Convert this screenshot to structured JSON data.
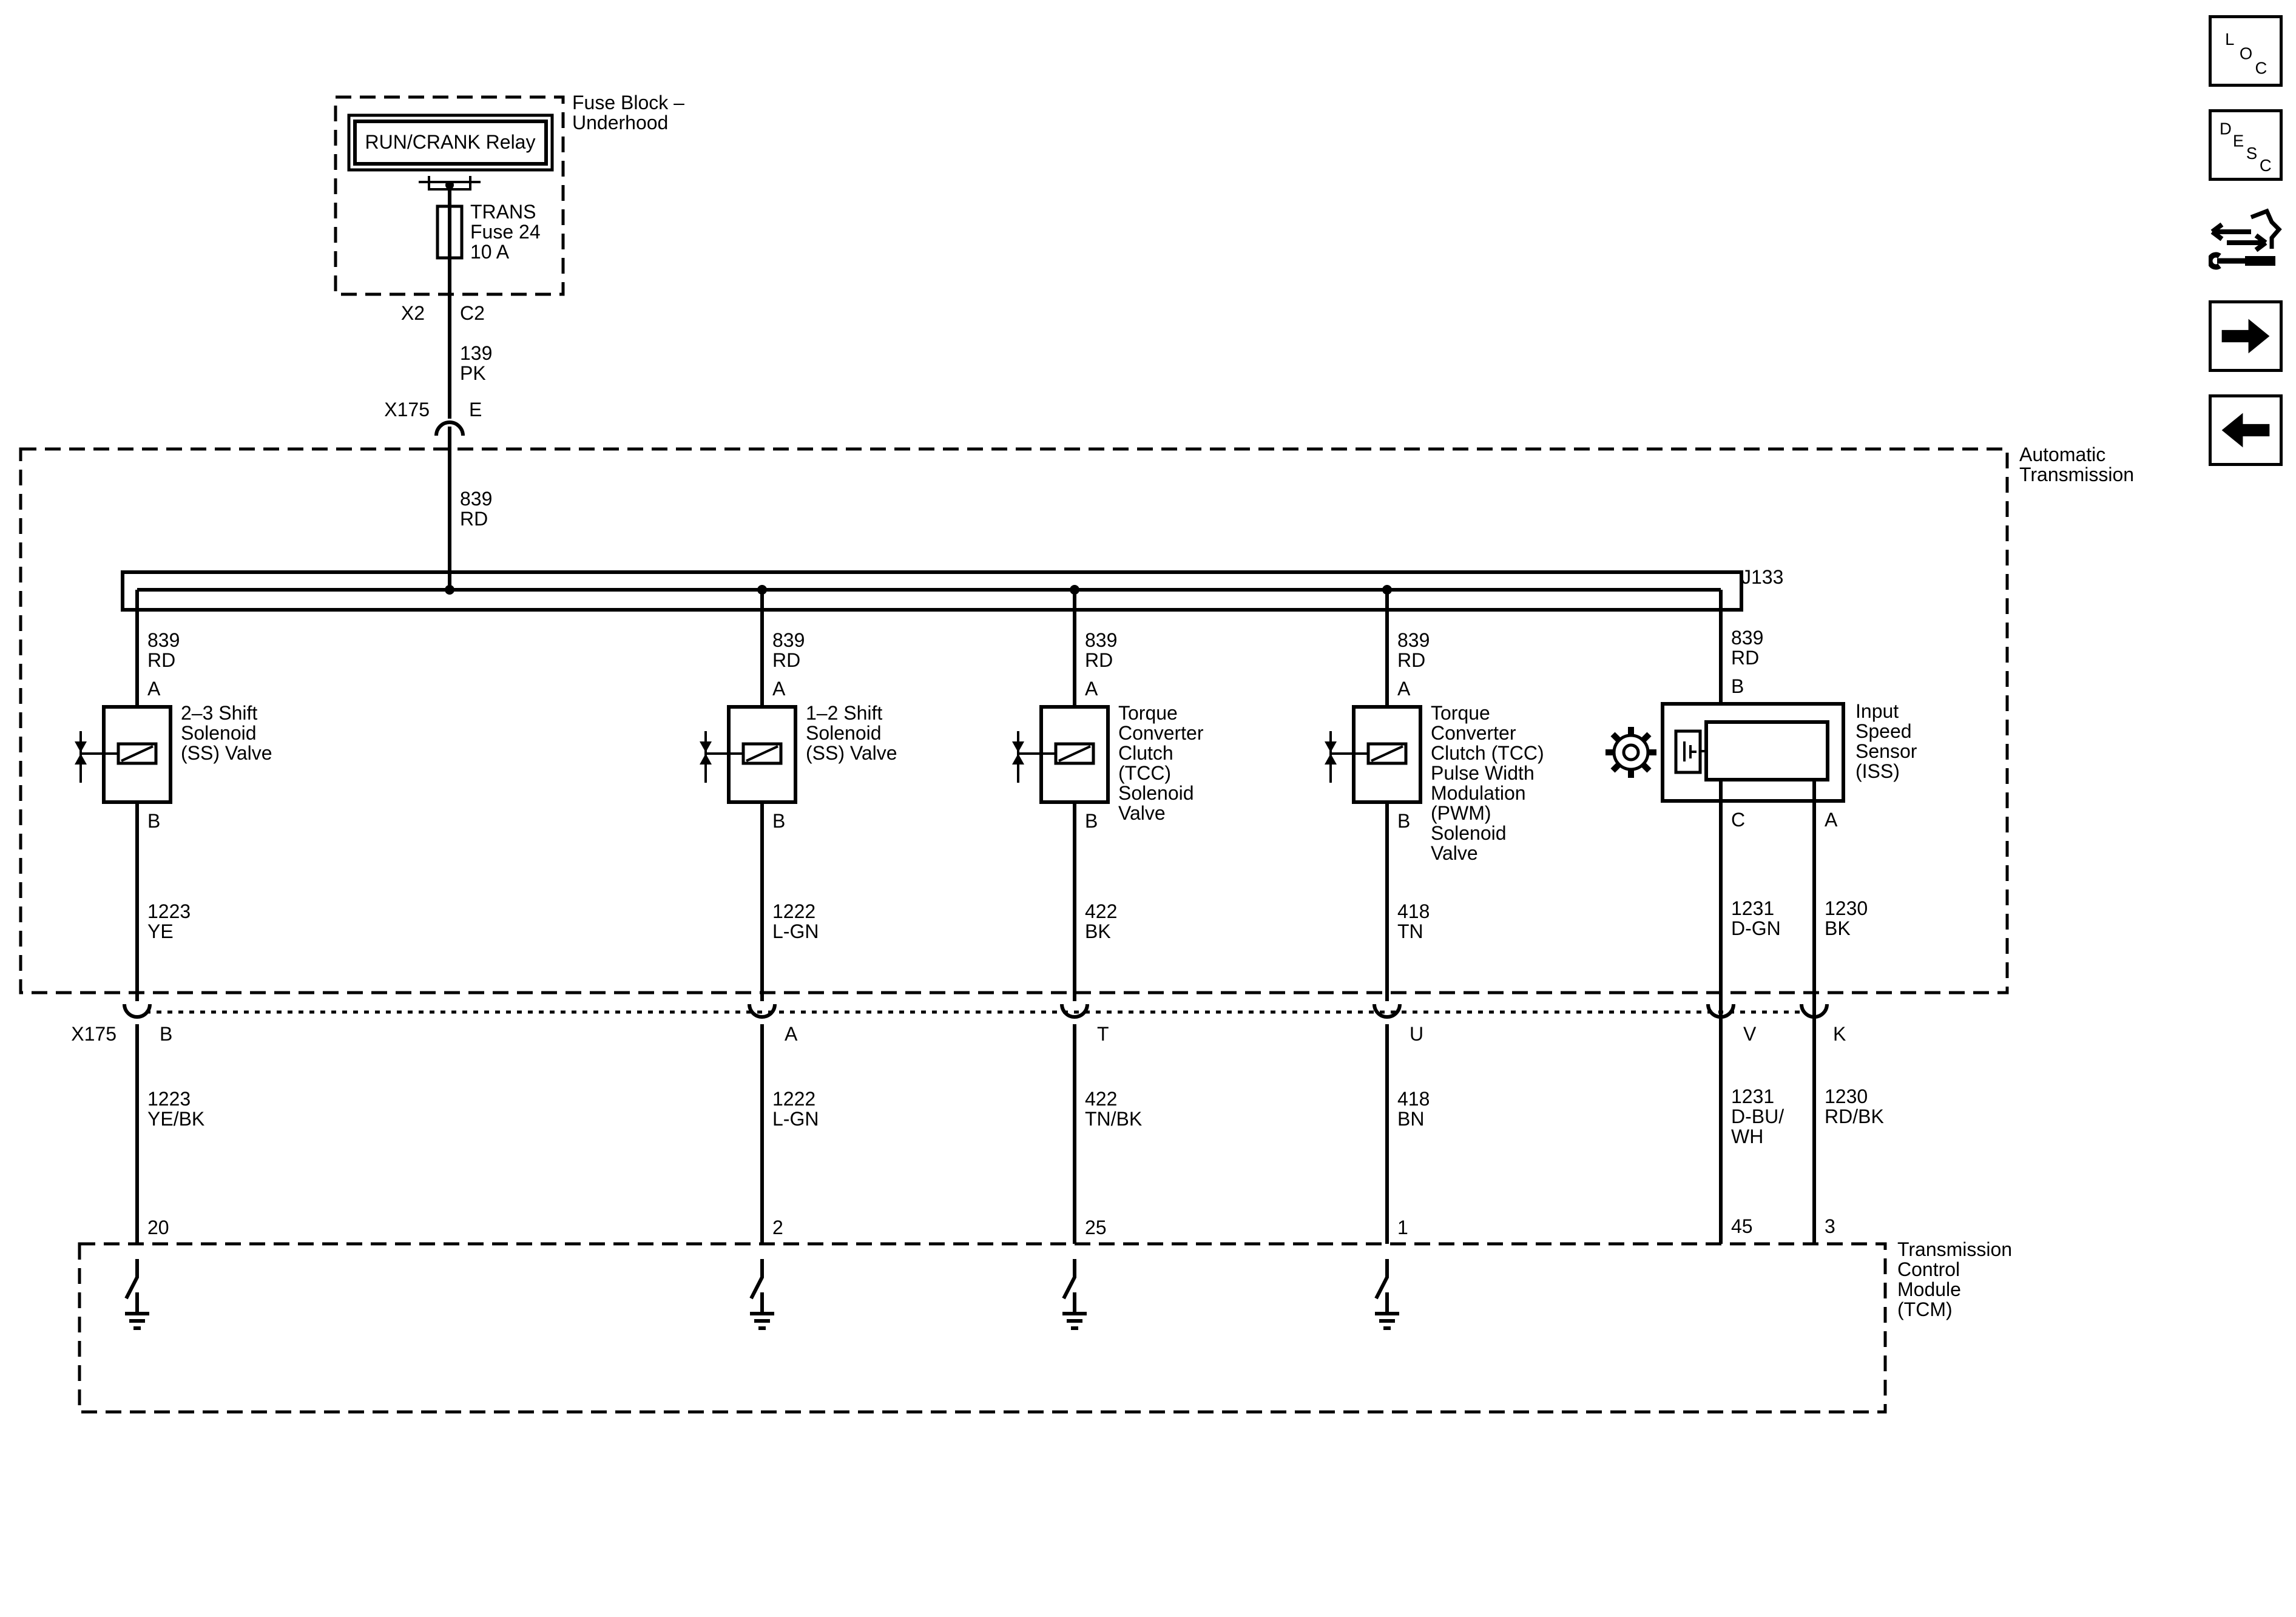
{
  "fuse_block": {
    "label_line1": "Fuse Block –",
    "label_line2": "Underhood",
    "relay": "RUN/CRANK Relay",
    "fuse_line1": "TRANS",
    "fuse_line2": "Fuse 24",
    "fuse_line3": "10 A",
    "conn_left": "X2",
    "conn_right": "C2"
  },
  "feed": {
    "upper_wire": "139",
    "upper_color": "PK",
    "inline_conn": "X175",
    "inline_pin": "E",
    "lower_wire": "839",
    "lower_color": "RD"
  },
  "transmission": {
    "label_line1": "Automatic",
    "label_line2": "Transmission",
    "splice": "J133"
  },
  "devices": [
    {
      "wire_in": "839",
      "color_in": "RD",
      "pin_in": "A",
      "name_lines": [
        "2–3 Shift",
        "Solenoid",
        "(SS) Valve"
      ],
      "pin_out": "B",
      "wire_out": "1223",
      "color_out": "YE",
      "x175_pin": "B",
      "harness_wire": "1223",
      "harness_color_lines": [
        "YE/BK"
      ],
      "tcm_pin": "20"
    },
    {
      "wire_in": "839",
      "color_in": "RD",
      "pin_in": "A",
      "name_lines": [
        "1–2 Shift",
        "Solenoid",
        "(SS) Valve"
      ],
      "pin_out": "B",
      "wire_out": "1222",
      "color_out": "L-GN",
      "x175_pin": "A",
      "harness_wire": "1222",
      "harness_color_lines": [
        "L-GN"
      ],
      "tcm_pin": "2"
    },
    {
      "wire_in": "839",
      "color_in": "RD",
      "pin_in": "A",
      "name_lines": [
        "Torque",
        "Converter",
        "Clutch",
        "(TCC)",
        "Solenoid",
        "Valve"
      ],
      "pin_out": "B",
      "wire_out": "422",
      "color_out": "BK",
      "x175_pin": "T",
      "harness_wire": "422",
      "harness_color_lines": [
        "TN/BK"
      ],
      "tcm_pin": "25"
    },
    {
      "wire_in": "839",
      "color_in": "RD",
      "pin_in": "A",
      "name_lines": [
        "Torque",
        "Converter",
        "Clutch (TCC)",
        "Pulse Width",
        "Modulation",
        "(PWM)",
        "Solenoid",
        "Valve"
      ],
      "pin_out": "B",
      "wire_out": "418",
      "color_out": "TN",
      "x175_pin": "U",
      "harness_wire": "418",
      "harness_color_lines": [
        "BN"
      ],
      "tcm_pin": "1"
    }
  ],
  "iss": {
    "wire_in": "839",
    "color_in": "RD",
    "pin_in": "B",
    "name_lines": [
      "Input",
      "Speed",
      "Sensor",
      "(ISS)"
    ],
    "pin_c": "C",
    "pin_a": "A",
    "wire_c": "1231",
    "color_c": "D-GN",
    "wire_a": "1230",
    "color_a": "BK",
    "x175_pin_c": "V",
    "x175_pin_a": "K",
    "harness_wire_c": "1231",
    "harness_color_c_lines": [
      "D-BU/",
      "WH"
    ],
    "harness_wire_a": "1230",
    "harness_color_a_lines": [
      "RD/BK"
    ],
    "tcm_pin_c": "45",
    "tcm_pin_a": "3"
  },
  "x175_label": "X175",
  "tcm": {
    "label_lines": [
      "Transmission",
      "Control",
      "Module",
      "(TCM)"
    ]
  },
  "nav": {
    "loc": [
      "L",
      "O",
      "C"
    ],
    "desc": [
      "D",
      "E",
      "S",
      "C"
    ],
    "icons": [
      "connector-tool-icon",
      "arrow-right-icon",
      "arrow-left-icon"
    ]
  }
}
